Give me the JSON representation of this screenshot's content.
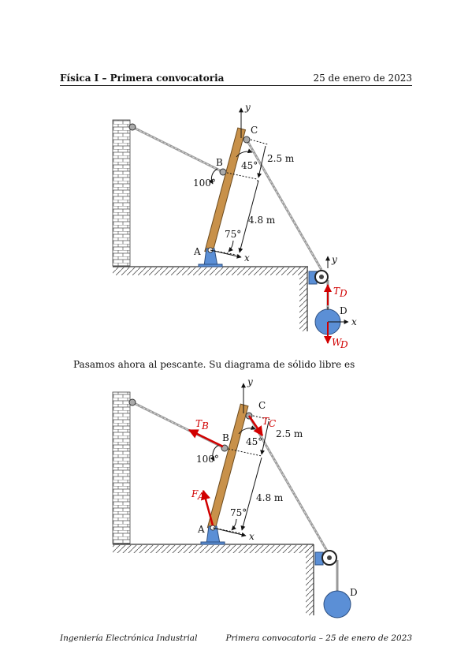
{
  "header": {
    "left": "Física I – Primera convocatoria",
    "right": "25 de enero de 2023"
  },
  "body_text": "Pasamos ahora al pescante. Su diagrama de sólido libre es",
  "footer": {
    "left": "Ingeniería Electrónica Industrial",
    "right": "Primera convocatoria – 25 de enero de 2023"
  },
  "figure1": {
    "label_y": "y",
    "label_x": "x",
    "label_C": "C",
    "label_B": "B",
    "label_A": "A",
    "label_D": "D",
    "dist_bc": "2.5 m",
    "dist_ab": "4.8 m",
    "angle_45": "45°",
    "angle_100": "100°",
    "angle_75": "75°",
    "pulley_y": "y",
    "mass_x": "x",
    "force_T": "T",
    "force_T_sub": "D",
    "force_W": "W",
    "force_W_sub": "D"
  },
  "figure2": {
    "label_y": "y",
    "label_x": "x",
    "label_C": "C",
    "label_B": "B",
    "label_A": "A",
    "label_D": "D",
    "dist_bc": "2.5 m",
    "dist_ab": "4.8 m",
    "angle_45": "45°",
    "angle_100": "100°",
    "angle_75": "75°",
    "force_TB": "T",
    "force_TB_sub": "B",
    "force_TC": "T",
    "force_TC_sub": "C",
    "force_FA": "F",
    "force_FA_sub": "A"
  },
  "colors": {
    "beam": "#c8914a",
    "support": "#5b8fd6",
    "mass": "#5b8fd6",
    "force": "#d10000"
  }
}
